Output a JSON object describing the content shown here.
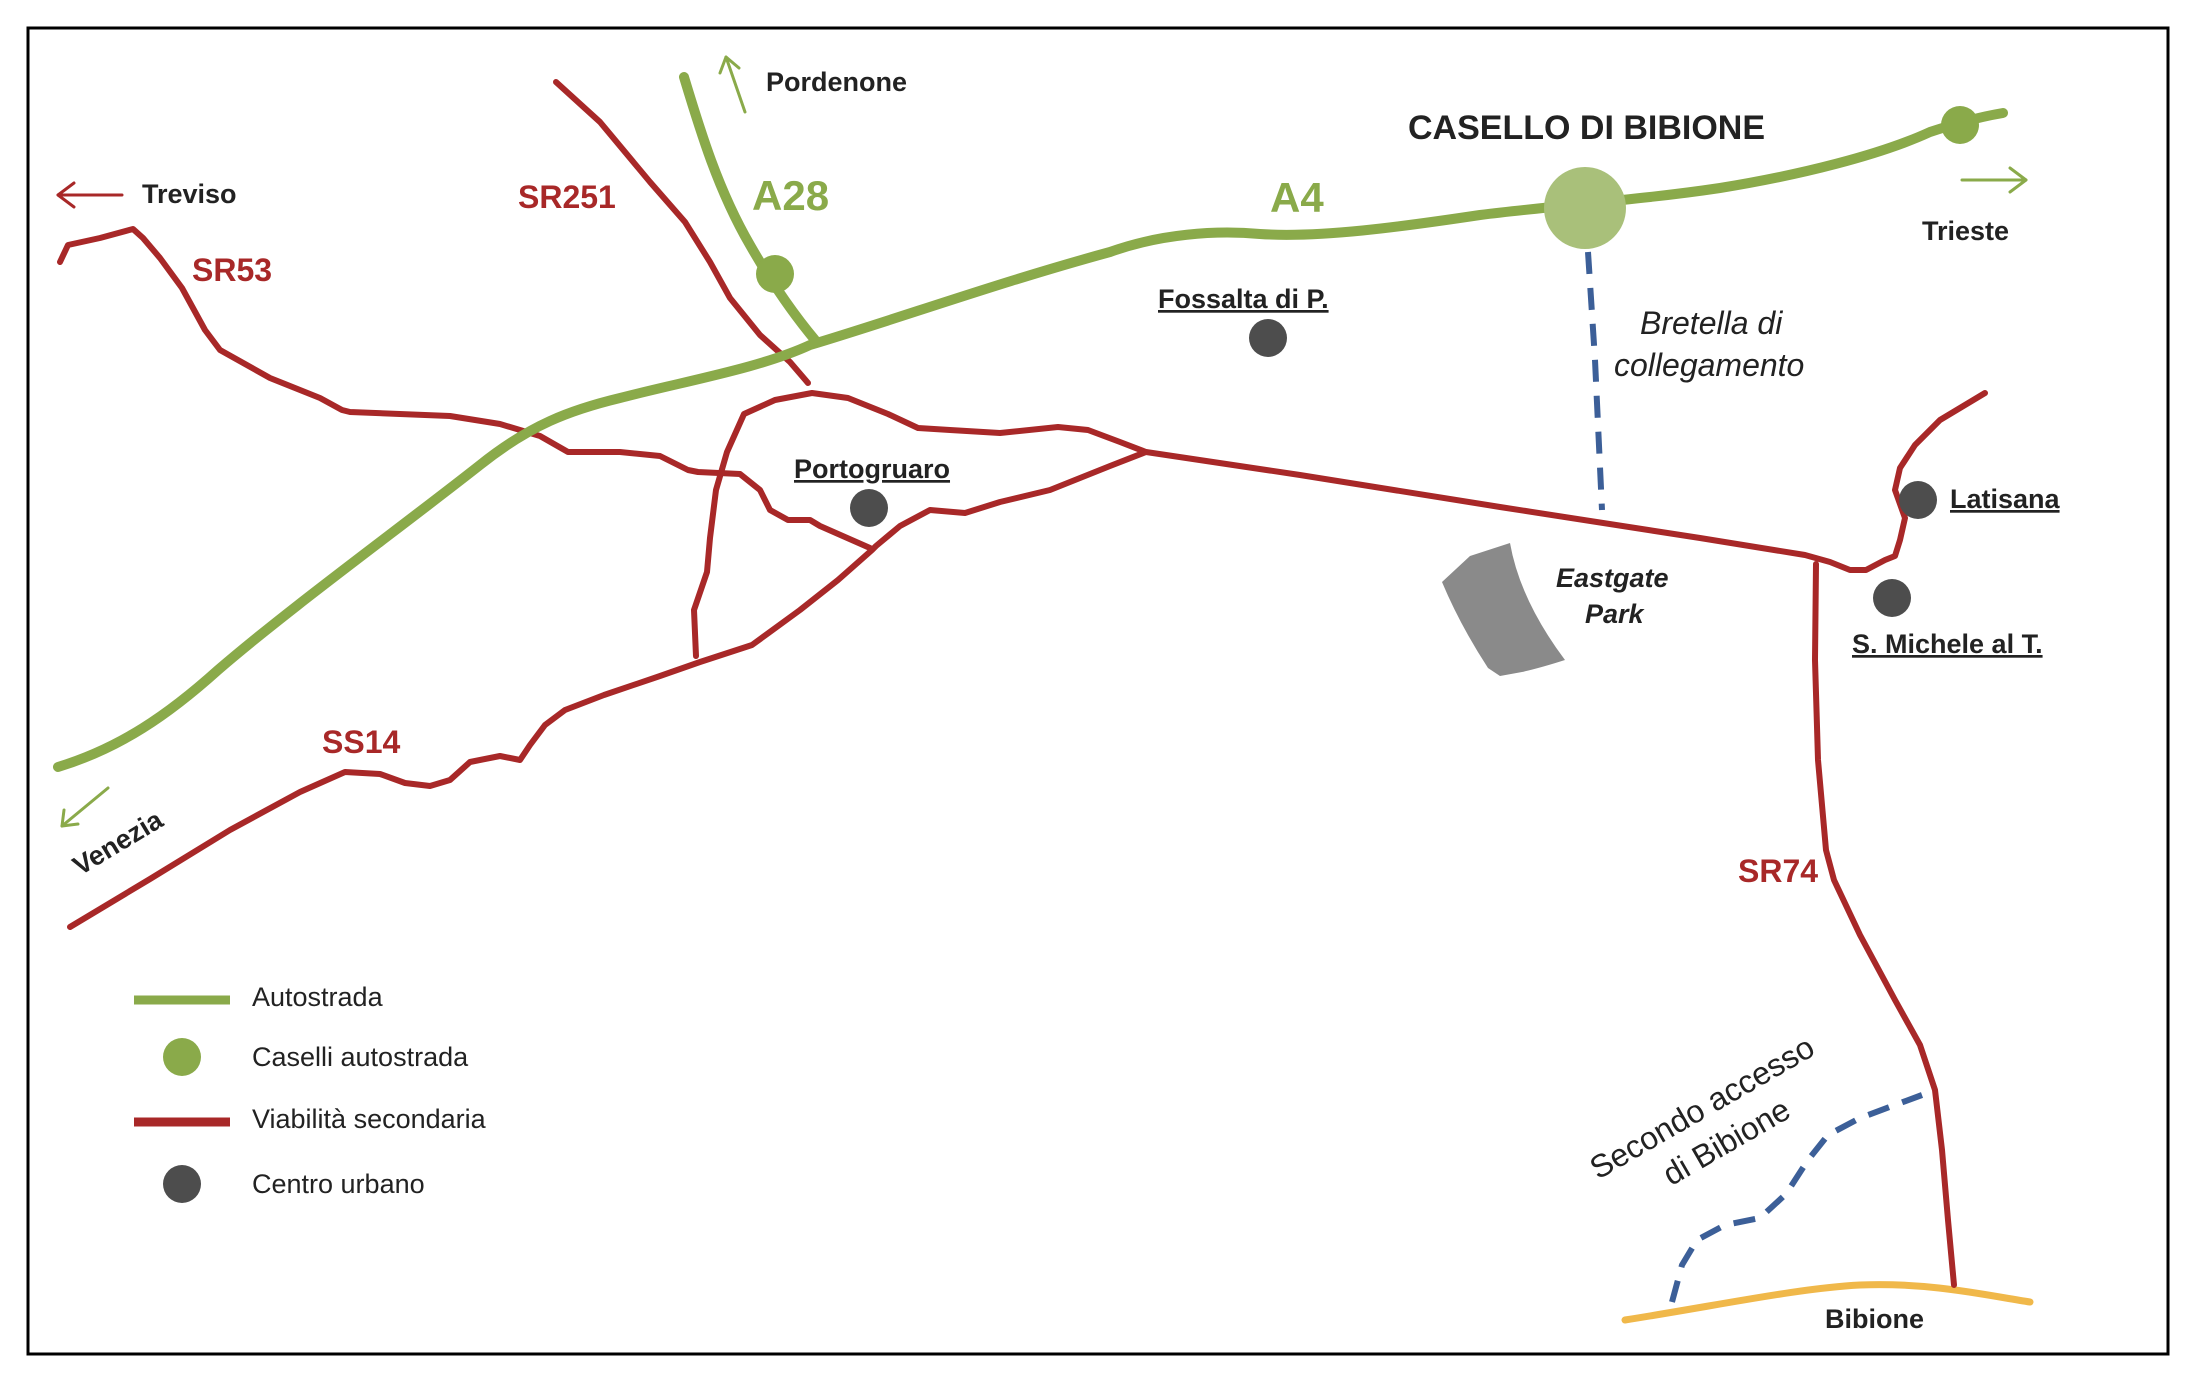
{
  "colors": {
    "autostrada": "#8aaa4a",
    "secondary": "#a82828",
    "urban": "#4d4d4d",
    "link": "#3c5f98",
    "coast": "#f0b84a",
    "park": "#8a8a8a",
    "toll_big": "#a9c07a",
    "border": "#000000",
    "text": "#222222"
  },
  "title": "CASELLO DI BIBIONE",
  "highways": {
    "a4": "A4",
    "a28": "A28"
  },
  "secondary_roads": {
    "sr53": "SR53",
    "sr251": "SR251",
    "ss14": "SS14",
    "sr74": "SR74"
  },
  "directions": {
    "treviso": "Treviso",
    "pordenone": "Pordenone",
    "trieste": "Trieste",
    "venezia": "Venezia"
  },
  "towns": {
    "fossalta": "Fossalta di P.",
    "portogruaro": "Portogruaro",
    "latisana": "Latisana",
    "san_michele": "S. Michele al T.",
    "bibione": "Bibione"
  },
  "places": {
    "eastgate_line1": "Eastgate",
    "eastgate_line2": "Park"
  },
  "connections": {
    "bretella_line1": "Bretella di",
    "bretella_line2": "collegamento",
    "secondo_line1": "Secondo accesso",
    "secondo_line2": "di Bibione"
  },
  "legend": {
    "autostrada": "Autostrada",
    "caselli": "Caselli autostrada",
    "viabilita": "Viabilità secondaria",
    "centro": "Centro urbano"
  }
}
